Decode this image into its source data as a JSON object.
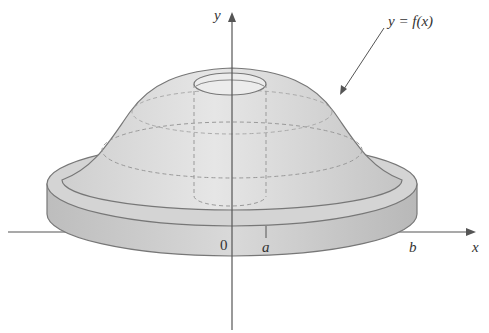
{
  "diagram": {
    "labels": [
      "y",
      "y = f(x)",
      "0",
      "a",
      "b",
      "x"
    ]
  }
}
